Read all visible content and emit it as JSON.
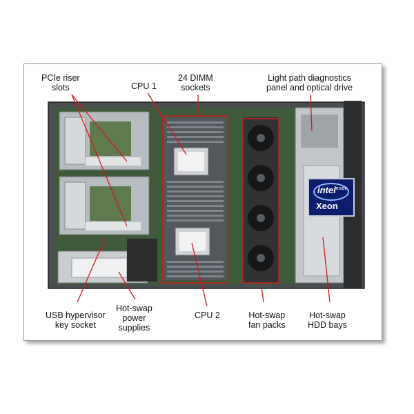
{
  "labels": {
    "pcie": [
      "PCIe riser",
      "slots"
    ],
    "cpu1": [
      "CPU 1"
    ],
    "dimm": [
      "24 DIMM",
      "sockets"
    ],
    "lightpath": [
      "Light path diagnostics",
      "panel and optical drive"
    ],
    "usb": [
      "USB hypervisor",
      "key socket"
    ],
    "power": [
      "Hot-swap",
      "power",
      "supplies"
    ],
    "cpu2": [
      "CPU 2"
    ],
    "fans": [
      "Hot-swap",
      "fan packs"
    ],
    "hdd": [
      "Hot-swap",
      "HDD bays"
    ]
  },
  "badge": {
    "brand": "intel",
    "inside": "inside",
    "product": "Xeon"
  },
  "colors": {
    "callout": "#d11a1a",
    "chassis": "#5a5a5a",
    "board": "#3f5a3a",
    "badge": "#0b1d6b"
  }
}
